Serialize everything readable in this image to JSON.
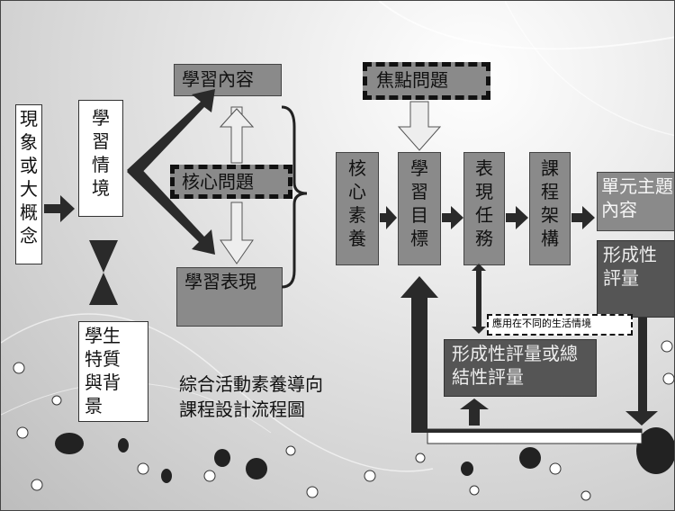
{
  "title": {
    "line1": "綜合活動素養導向",
    "line2": "課程設計流程圖"
  },
  "nodes": {
    "big_concept": "現象或大概念",
    "learning_context": "學習情境",
    "student_traits": "學生特質與背景",
    "learning_content": "學習內容",
    "core_question": "核心問題",
    "learning_performance": "學習表現",
    "focus_question": "焦點問題",
    "core_competency": "核心素養",
    "learning_objectives": "學習目標",
    "performance_task": "表現任務",
    "course_framework": "課程架構",
    "unit_content": "單元主題內容",
    "formative_assessment": "形成性評量",
    "assessment_type": "形成性評量或總結性評量",
    "application_note": "應用在不同的生活情境"
  }
}
